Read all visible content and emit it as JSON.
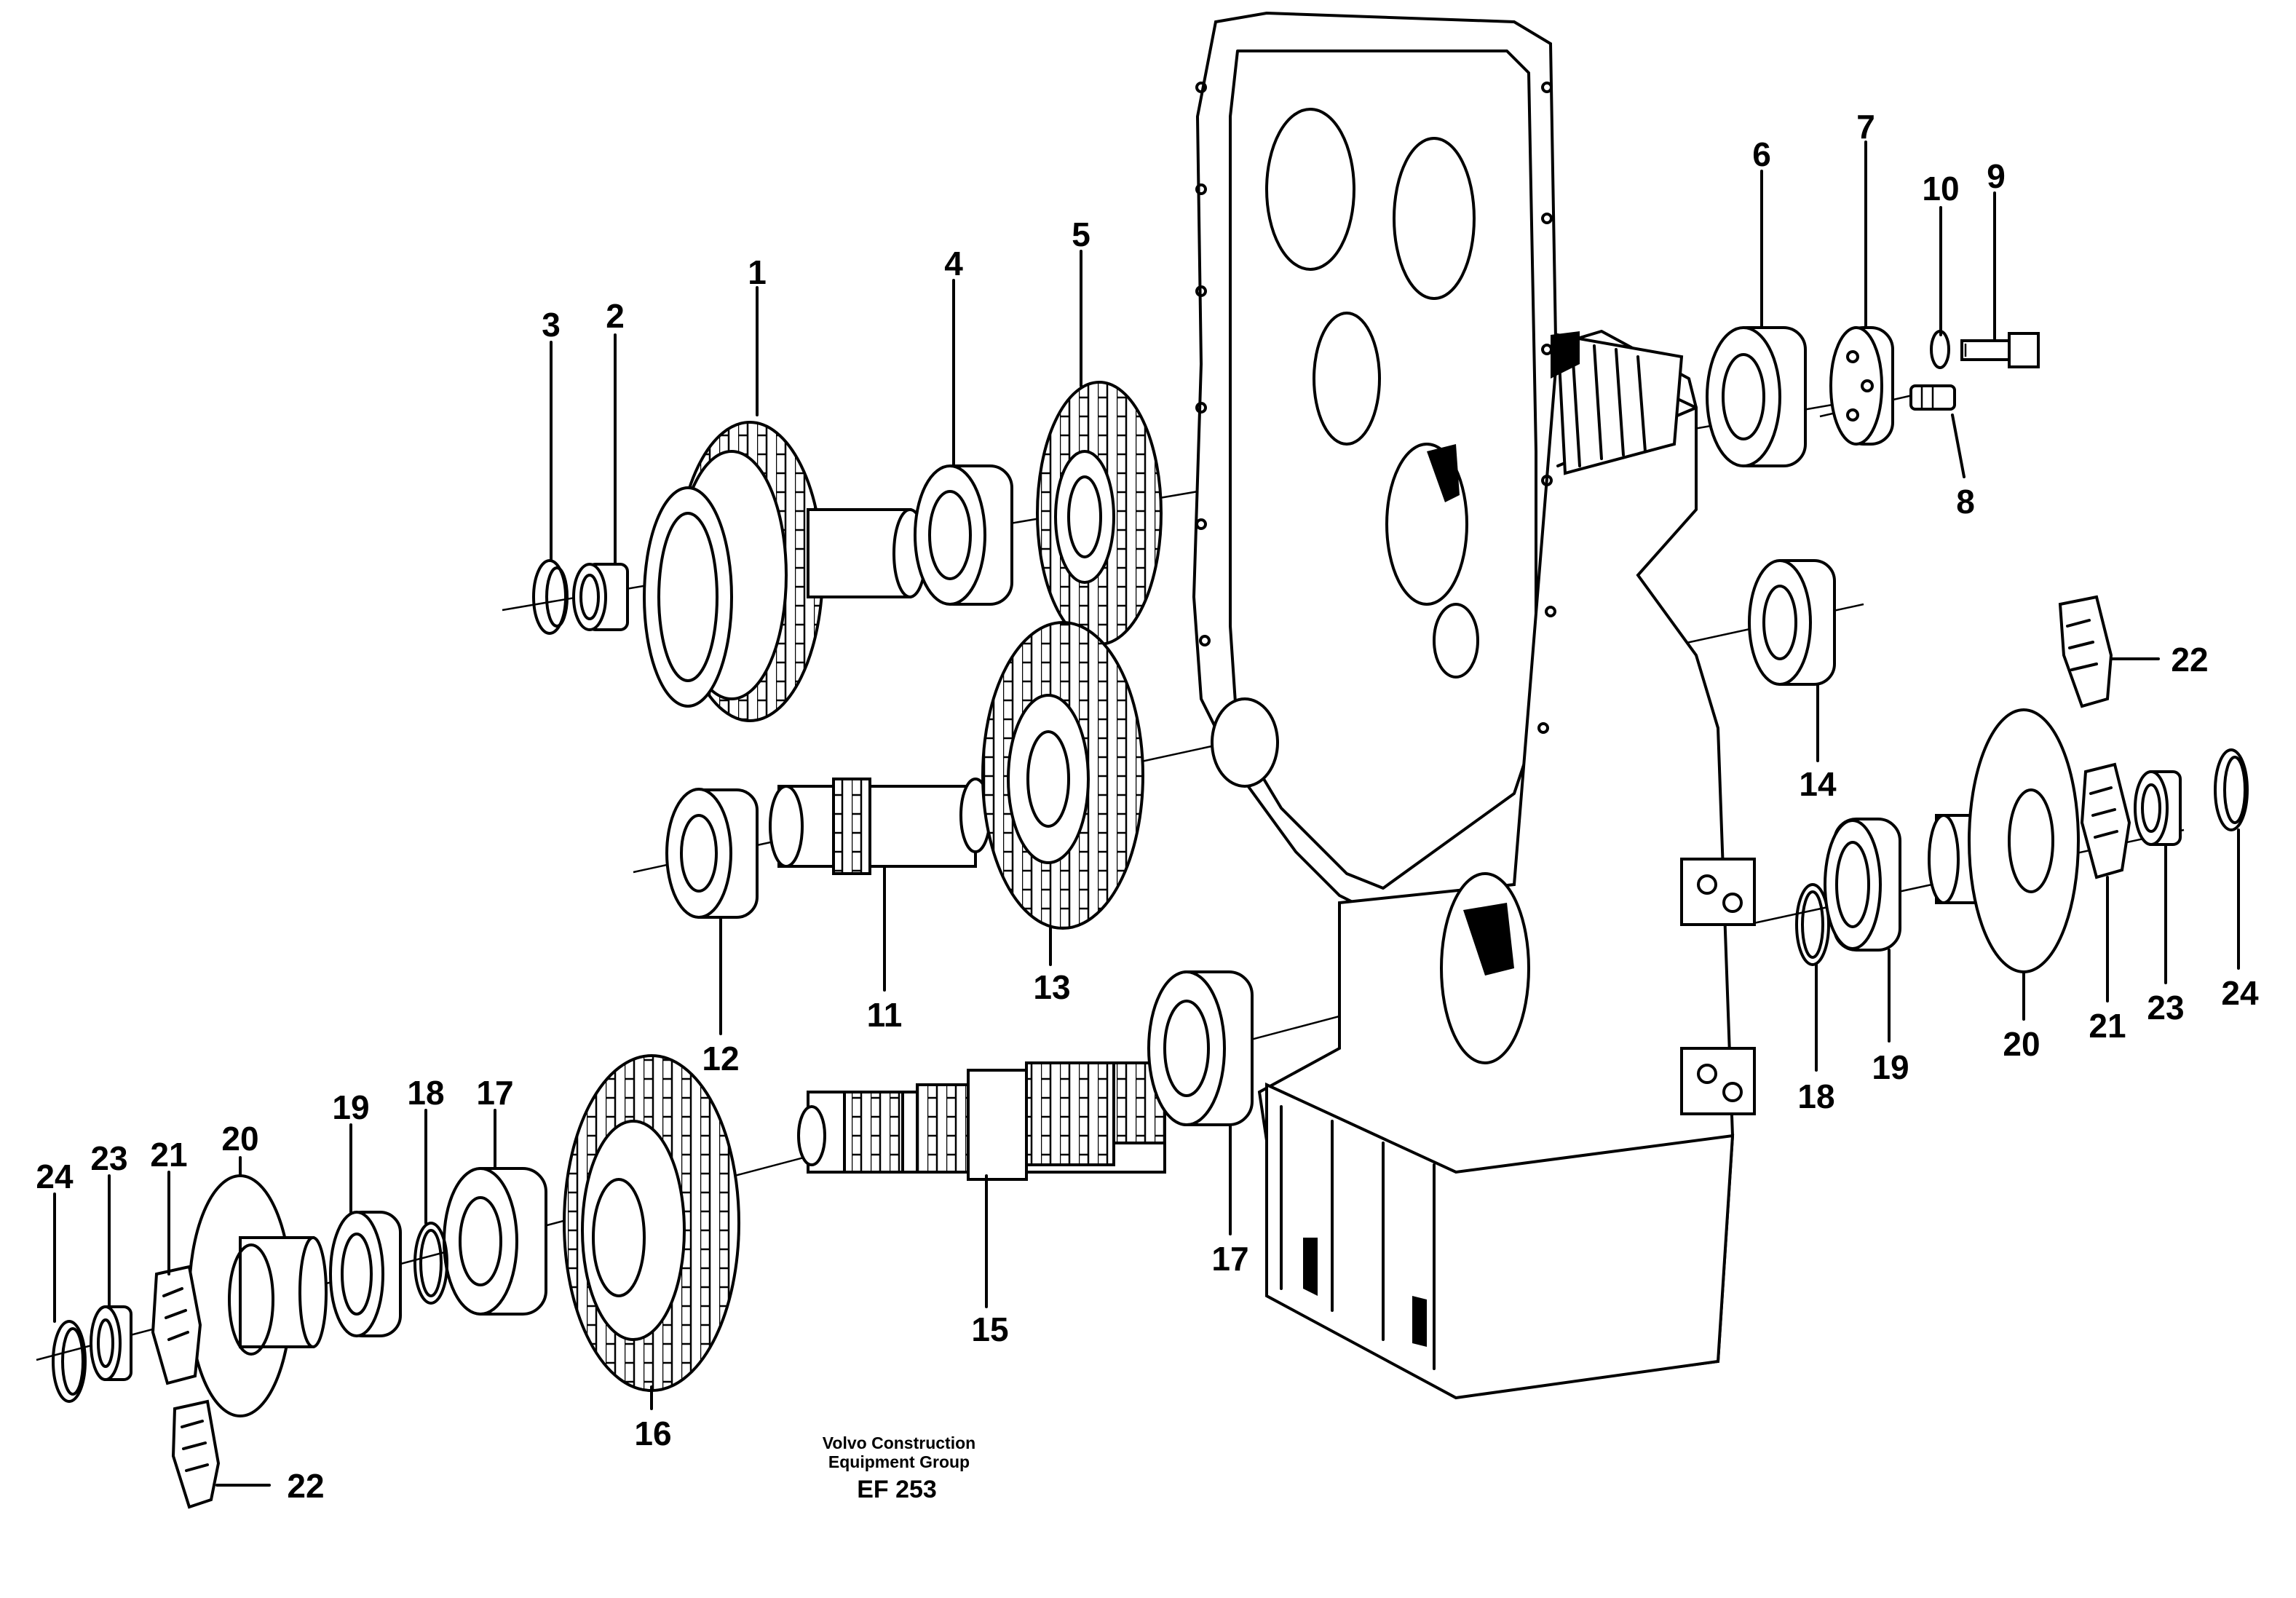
{
  "callouts": [
    {
      "id": "c1",
      "text": "1"
    },
    {
      "id": "c2",
      "text": "2"
    },
    {
      "id": "c3",
      "text": "3"
    },
    {
      "id": "c4",
      "text": "4"
    },
    {
      "id": "c5",
      "text": "5"
    },
    {
      "id": "c6",
      "text": "6"
    },
    {
      "id": "c7",
      "text": "7"
    },
    {
      "id": "c8",
      "text": "8"
    },
    {
      "id": "c9",
      "text": "9"
    },
    {
      "id": "c10",
      "text": "10"
    },
    {
      "id": "c11",
      "text": "11"
    },
    {
      "id": "c12",
      "text": "12"
    },
    {
      "id": "c13",
      "text": "13"
    },
    {
      "id": "c14",
      "text": "14"
    },
    {
      "id": "c15",
      "text": "15"
    },
    {
      "id": "c16",
      "text": "16"
    },
    {
      "id": "c17a",
      "text": "17"
    },
    {
      "id": "c17b",
      "text": "17"
    },
    {
      "id": "c18a",
      "text": "18"
    },
    {
      "id": "c18b",
      "text": "18"
    },
    {
      "id": "c19a",
      "text": "19"
    },
    {
      "id": "c19b",
      "text": "19"
    },
    {
      "id": "c20a",
      "text": "20"
    },
    {
      "id": "c20b",
      "text": "20"
    },
    {
      "id": "c21a",
      "text": "21"
    },
    {
      "id": "c21b",
      "text": "21"
    },
    {
      "id": "c22a",
      "text": "22"
    },
    {
      "id": "c22b",
      "text": "22"
    },
    {
      "id": "c23a",
      "text": "23"
    },
    {
      "id": "c23b",
      "text": "23"
    },
    {
      "id": "c24a",
      "text": "24"
    },
    {
      "id": "c24b",
      "text": "24"
    }
  ],
  "footer": {
    "line1": "Volvo Construction",
    "line2": "Equipment Group",
    "code": "EF 253"
  }
}
